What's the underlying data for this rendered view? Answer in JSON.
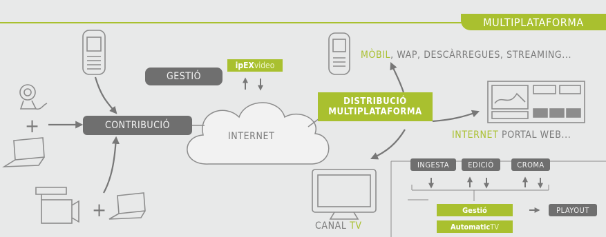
{
  "header": {
    "title": "MULTIPLATAFORMA"
  },
  "nodes": {
    "gestio": "GESTIÓ",
    "ipex_bold": "ipEX",
    "ipex_light": "video",
    "contribucio": "CONTRIBUCIÓ",
    "internet": "INTERNET",
    "distribucio_line1": "DISTRIBUCIÓ",
    "distribucio_line2": "MULTIPLATAFORMA",
    "mobil_highlight": "MÒBIL",
    "mobil_rest": ", WAP, DESCÀRREGUES, STREAMING...",
    "internet_portal_highlight": "INTERNET",
    "internet_portal_rest": " PORTAL WEB...",
    "canal_text": "CANAL ",
    "canal_highlight": "TV",
    "plus_1": "+",
    "plus_2": "+"
  },
  "workflow": {
    "ingesta": "INGESTA",
    "edicio": "EDICIÓ",
    "croma": "CROMA",
    "gestio_small": "Gestió",
    "automatic_bold": "Automatic",
    "automatic_light": " TV",
    "playout": "PLAYOUT"
  },
  "colors": {
    "accent": "#a9c02f",
    "box_grey": "#6f6f6f",
    "text_grey": "#7a7a7a",
    "background": "#e8e9e9"
  }
}
